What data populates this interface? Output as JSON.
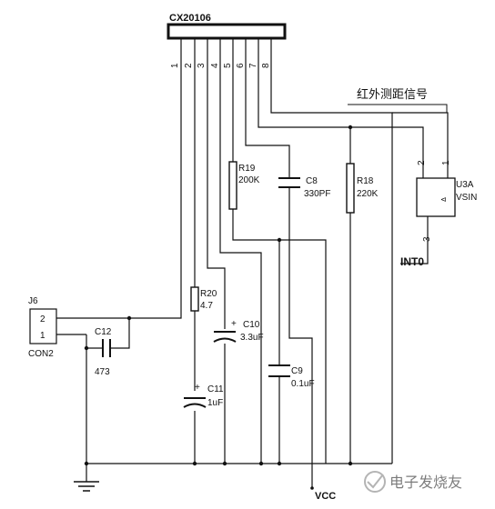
{
  "ic": {
    "name": "CX20106",
    "pins": [
      "1",
      "2",
      "3",
      "4",
      "5",
      "6",
      "7",
      "8"
    ]
  },
  "signal_label": "红外测距信号",
  "connector": {
    "ref": "J6",
    "value": "CON2",
    "pins": [
      "2",
      "1"
    ]
  },
  "components": {
    "c12": {
      "ref": "C12",
      "value": "473"
    },
    "r20": {
      "ref": "R20",
      "value": "4.7"
    },
    "c10": {
      "ref": "C10",
      "value": "3.3uF",
      "polarity": "+"
    },
    "c11": {
      "ref": "C11",
      "value": "1uF",
      "polarity": "+"
    },
    "r19": {
      "ref": "R19",
      "value": "200K"
    },
    "c8": {
      "ref": "C8",
      "value": "330PF"
    },
    "c9": {
      "ref": "C9",
      "value": "0.1uF"
    },
    "r18": {
      "ref": "R18",
      "value": "220K"
    }
  },
  "gate": {
    "ref": "U3A",
    "name": "VSIN",
    "pins": [
      "2",
      "1",
      "3"
    ]
  },
  "net_labels": {
    "into": "INT0",
    "vcc": "VCC"
  },
  "watermark": "电子发烧友"
}
